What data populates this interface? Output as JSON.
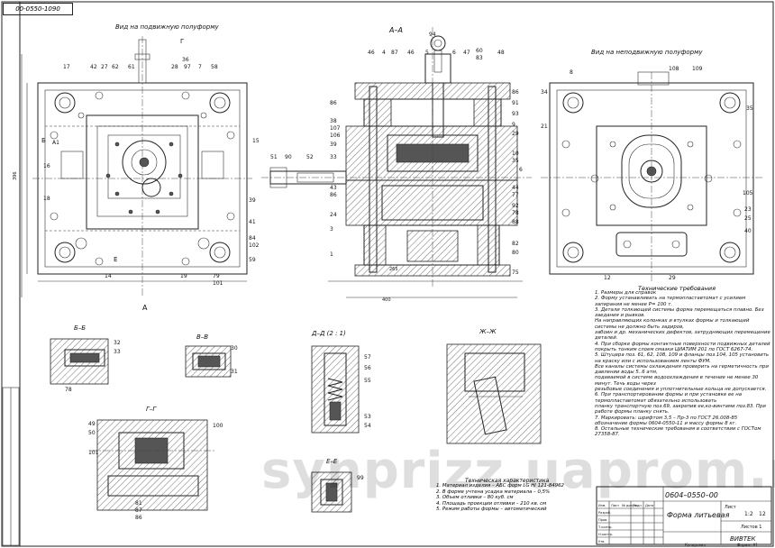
{
  "reference_code": "00-0550-1090",
  "views": {
    "moving_half": "Вид на подвижную полуформу",
    "fixed_half": "Вид на неподвижную полуформу",
    "section_aa": "А–А",
    "section_bb": "Б–Б",
    "section_vv": "В–В",
    "section_gg": "Г–Г",
    "section_dd": "Д–Д  (2 : 1)",
    "section_zhzh": "Ж–Ж",
    "section_ee": "Е–Е"
  },
  "marks": {
    "a": "А",
    "g": "Г",
    "b": "Б",
    "e": "Е",
    "d": "Д"
  },
  "dimensions": {
    "width_total": "400",
    "width_mid": "265",
    "height": "396"
  },
  "part_numbers": {
    "front": [
      "42",
      "27",
      "62",
      "61",
      "36",
      "28",
      "97",
      "7",
      "58",
      "17",
      "A1",
      "16",
      "15",
      "39",
      "18",
      "41",
      "84",
      "102",
      "59",
      "14",
      "19",
      "79",
      "101"
    ],
    "section": [
      "94",
      "4",
      "87",
      "46",
      "5",
      "47",
      "83",
      "60",
      "48",
      "86",
      "38",
      "107",
      "106",
      "39",
      "33",
      "43",
      "86",
      "3",
      "1",
      "24",
      "91",
      "93",
      "9",
      "29",
      "10",
      "35",
      "92",
      "78",
      "44",
      "77",
      "88",
      "82",
      "80",
      "75",
      "6",
      "51",
      "90",
      "52"
    ],
    "fixed": [
      "8",
      "108",
      "109",
      "34",
      "21",
      "35",
      "105",
      "23",
      "25",
      "40",
      "12",
      "29"
    ],
    "bb": [
      "32",
      "33",
      "78"
    ],
    "vv": [
      "30",
      "31"
    ],
    "dd": [
      "57",
      "56",
      "55",
      "53",
      "54"
    ],
    "gg": [
      "49",
      "50",
      "100",
      "101",
      "81",
      "87",
      "86"
    ],
    "ee": [
      "99"
    ]
  },
  "technical_requirements_title": "Технические требования",
  "technical_requirements": [
    "1. Размеры для справок",
    "2. Форму устанавливать на термопластавтомат с усилием запирания не менее Р= 100 т.",
    "3. Детали толкающей системы форма перемещаться плавно. Без заедания и рывков.",
    "На направляющих колонках и втулках формы и толкающей системы не должно быть задиров,",
    "забоин и др. механических дефектов, затрудняющих перемещение деталей.",
    "4. При сборке формы контактные поверхности подвижных деталей покрыть тонким слоем смазки ЦИАТИМ 201 по ГОСТ 6267-74.",
    "5. Штуцера поз. 61, 62, 108, 109 и фланцы поз.104, 105 установить на краску или с использованием ленты ФУМ.",
    "Все каналы системы охлаждения проверить на герметичность при давлении воды 5..6 атм,",
    "подаваемой в системе водоохлаждения в течение не менее 30 минут. Течь воды через",
    "резьбовые соединения и уплотнительные кольца не допускается.",
    "6. При транспортировании формы и при установке ее на термопластавтомат обязательно использовать",
    "планку транспортную поз.69, закрепив ее,ко-винтами поз.83. При работе формы планку снять.",
    "7. Маркировать: шрифтом 3,5 – Пр-3 по ГОСТ 26.008-85 обозначение формы  0604-0550-11 и массу формы 8 кг.",
    "8. Остальные технические требования в соответствии с ГОСТом 27358-87."
  ],
  "tech_char_title": "Техническая характеристика",
  "tech_characteristics": [
    "1. Материал изделия – АБС форм LG HI 121-84962",
    "2. В форме учтена усадка  материала – 0,5%",
    "3. Объем отливки – 80 куб. см",
    "4. Площадь проекции отливки – 210 кв. см",
    "5. Режим работы формы – автоматический"
  ],
  "title_block": {
    "designation": "0604–0550–00",
    "name": "Форма литьевая",
    "company": "ВИВТЕК",
    "sheet_label": "Лист",
    "sheets_label": "Листов 1",
    "scale": "1:2",
    "mass": "12",
    "format": "Формат A1",
    "copied": "Копировал",
    "row_labels": [
      "Изм.",
      "Лист",
      "№ докум.",
      "Подп.",
      "Дата",
      "Разраб.",
      "Пров.",
      "Т.контр.",
      "Н.контр.",
      "Утв."
    ]
  },
  "watermark": "synprizz.uaprom.net"
}
